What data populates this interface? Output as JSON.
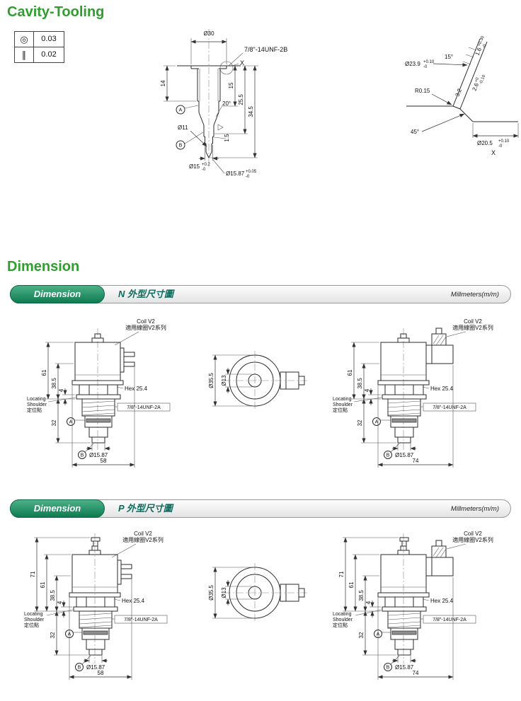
{
  "headings": {
    "cavity": "Cavity-Tooling",
    "dimension": "Dimension"
  },
  "tolerances": [
    {
      "symbol": "◎",
      "value": "0.03"
    },
    {
      "symbol": "∥",
      "value": "0.02"
    }
  ],
  "cavity": {
    "dia30": "Ø30",
    "thread_spec": "7/8\"-14UNF-2B",
    "detail_ref": "X",
    "depth14": "14",
    "depth15": "15",
    "depth25_5": "25.5",
    "depth34_5": "34.5",
    "angle20": "20°",
    "dia11": "Ø11",
    "step1_5": "1.5",
    "dia15": {
      "base": "Ø15",
      "plus": "+0.2",
      "minus": "-0"
    },
    "dia15_87": {
      "base": "Ø15.87",
      "plus": "+0.05",
      "minus": "-0"
    },
    "datum_a": "A",
    "datum_b": "B"
  },
  "detail_x": {
    "dia23_9": {
      "base": "Ø23.9",
      "plus": "+0.10",
      "minus": "-0"
    },
    "angle15": "15°",
    "t1_6": {
      "base": "1.6",
      "plus": "+0.30",
      "minus": "-0"
    },
    "r0_15": "R0.15",
    "t3_2": "3.2",
    "t2_6": {
      "base": "2.6",
      "plus": "+0",
      "minus": "-0.10"
    },
    "angle45": "45°",
    "dia20_5": {
      "base": "Ø20.5",
      "plus": "+0.10",
      "minus": "-0"
    },
    "label": "X"
  },
  "sections": {
    "n": {
      "tab": "Dimension",
      "title": "N 外型尺寸圖",
      "units": "Millmeters(m/m)",
      "width_left": "58",
      "width_right": "74"
    },
    "p": {
      "tab": "Dimension",
      "title": "P 外型尺寸圖",
      "units": "Millmeters(m/m)",
      "width_left": "58",
      "width_right": "74"
    }
  },
  "valve": {
    "coil_note_en": "Coil V2",
    "coil_note_zh": "適用線圈V2系列",
    "h61": "61",
    "h38_5": "38.5",
    "h4": "4",
    "h32": "32",
    "h71": "71",
    "locating_1": "Locating",
    "locating_2": "Shoulder",
    "locating_3": "定位點",
    "hex": "Hex 25.4",
    "thread_spec": "7/8\"-14UNF-2A",
    "datum_a": "A",
    "datum_b": "B",
    "dia15_87": "Ø15.87",
    "coil_dia_outer": "Ø35.5",
    "coil_dia_inner": "Ø13"
  }
}
